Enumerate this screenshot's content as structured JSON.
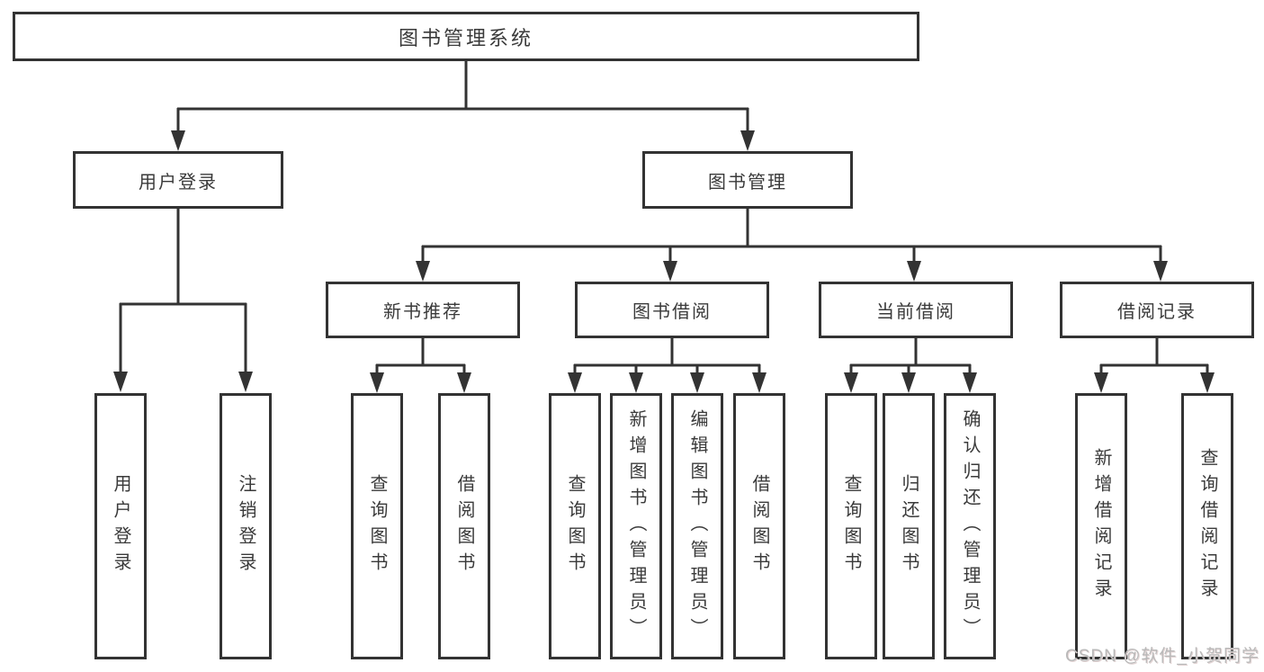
{
  "tree": {
    "root": {
      "label": "图书管理系统"
    },
    "branches": [
      {
        "label": "用户登录",
        "children": [
          {
            "label": "用户登录"
          },
          {
            "label": "注销登录"
          }
        ]
      },
      {
        "label": "图书管理",
        "children": [
          {
            "label": "新书推荐",
            "children": [
              {
                "label": "查询图书"
              },
              {
                "label": "借阅图书"
              }
            ]
          },
          {
            "label": "图书借阅",
            "children": [
              {
                "label": "查询图书"
              },
              {
                "label": "新增图书（管理员）"
              },
              {
                "label": "编辑图书（管理员）"
              },
              {
                "label": "借阅图书"
              }
            ]
          },
          {
            "label": "当前借阅",
            "children": [
              {
                "label": "查询图书"
              },
              {
                "label": "归还图书"
              },
              {
                "label": "确认归还（管理员）"
              }
            ]
          },
          {
            "label": "借阅记录",
            "children": [
              {
                "label": "新增借阅记录"
              },
              {
                "label": "查询借阅记录"
              }
            ]
          }
        ]
      }
    ]
  },
  "watermark": "CSDN @软件_小贺同学",
  "colors": {
    "line": "#333333",
    "text": "#3a3a3a",
    "watermark": "#b9b9b9",
    "background": "#ffffff"
  }
}
